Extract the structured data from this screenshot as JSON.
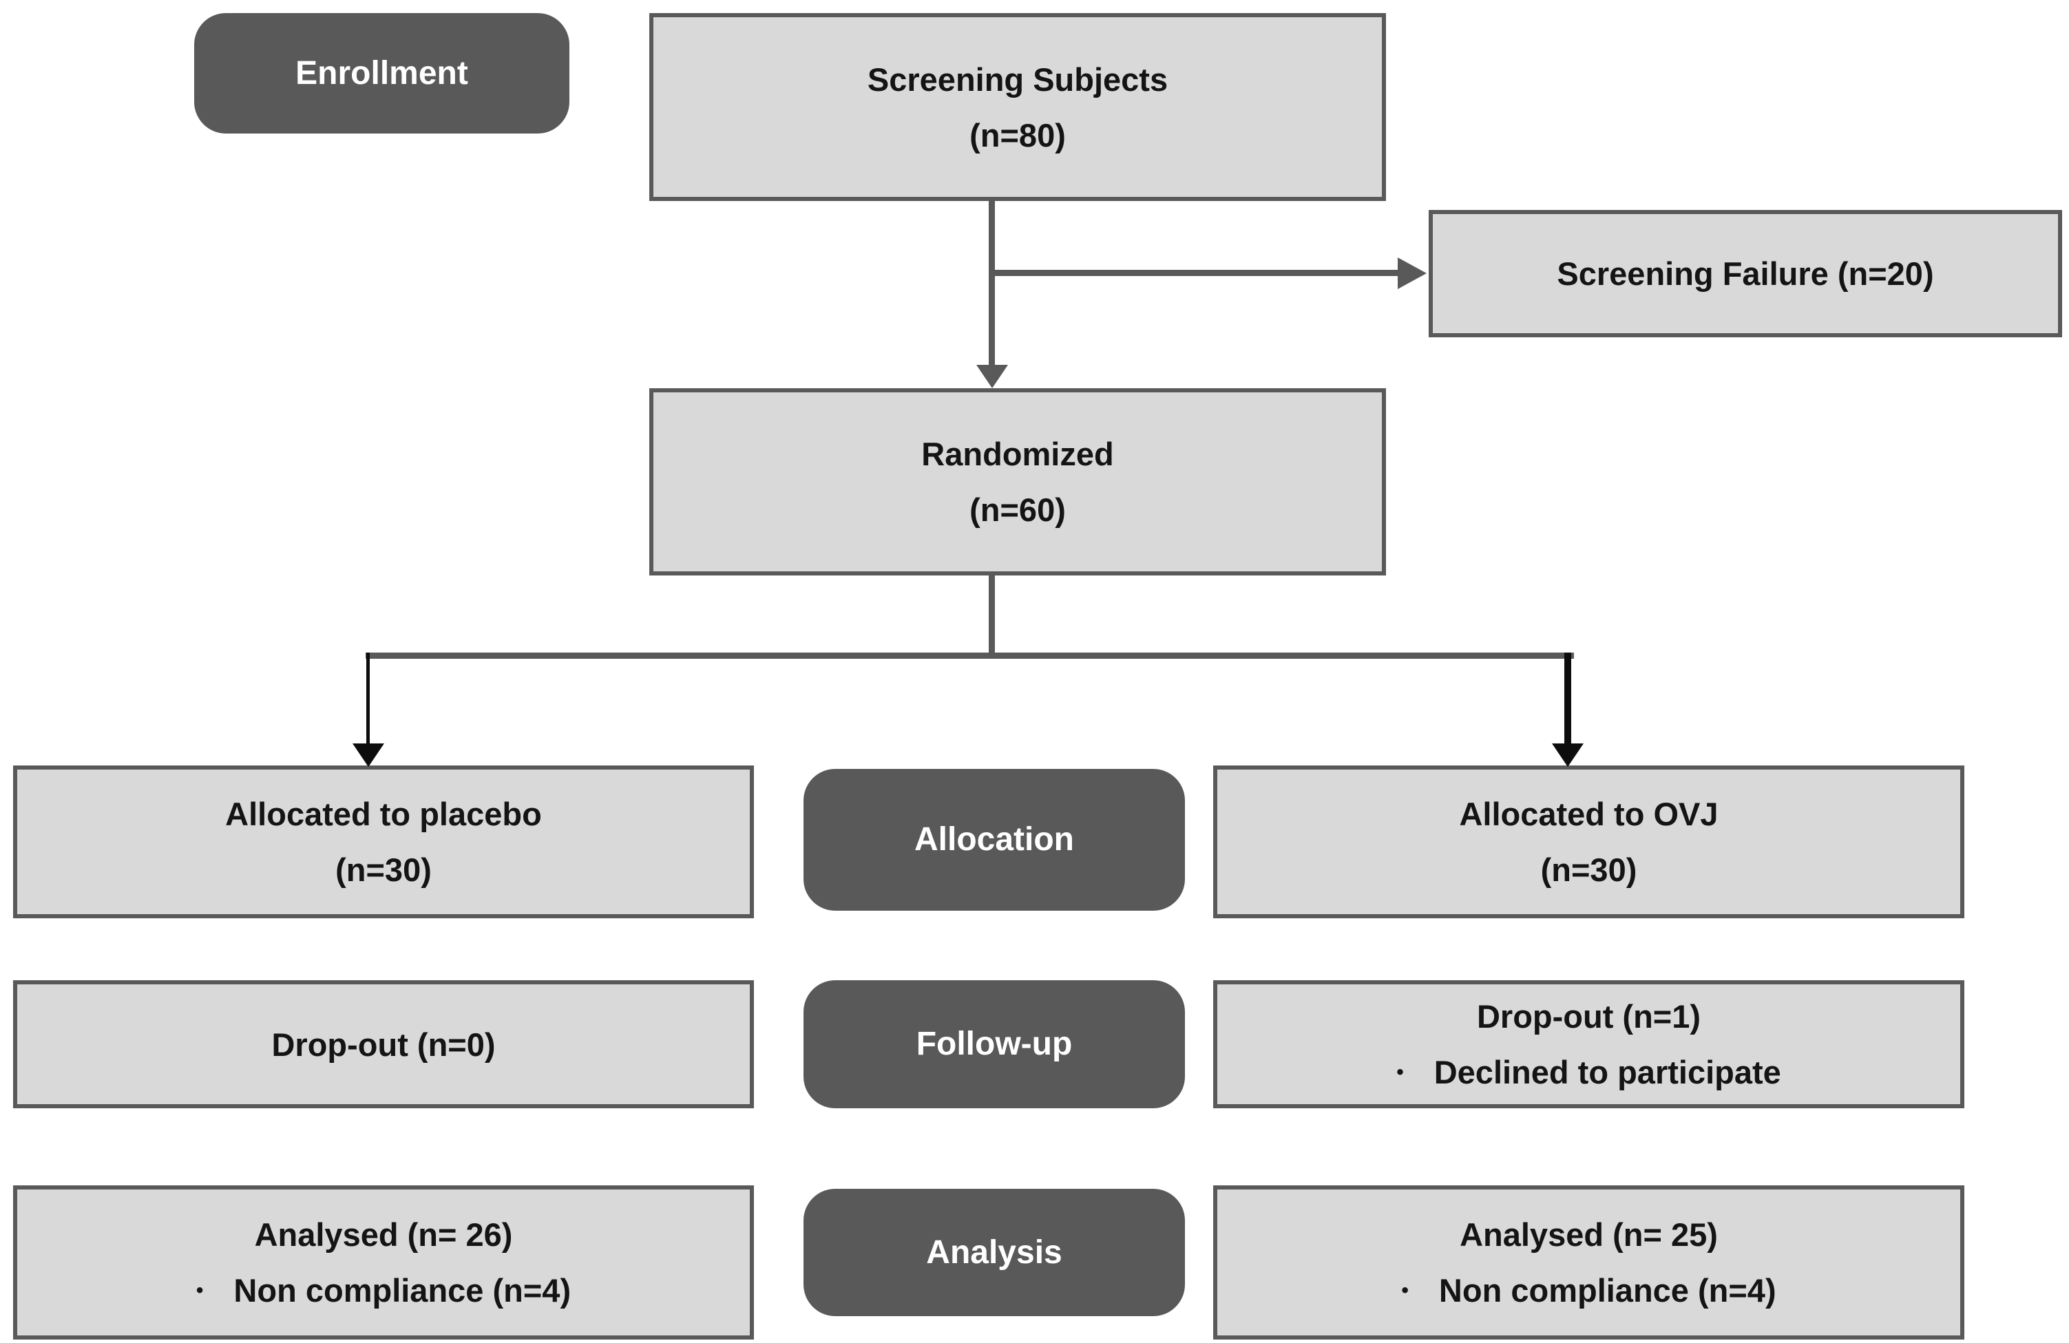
{
  "diagram": {
    "title": "CONSORT participant flow diagram",
    "bullet_char": "•",
    "colors": {
      "stage_bg": "#595959",
      "box_bg": "#d9d9d9",
      "box_border": "#595959",
      "text": "#141414",
      "stage_text": "#ffffff",
      "connector": "#595959",
      "arrow_dark": "#0d0d0d"
    },
    "stages": {
      "enrollment": "Enrollment",
      "allocation": "Allocation",
      "followup": "Follow-up",
      "analysis": "Analysis"
    },
    "nodes": {
      "screening": {
        "line1": "Screening Subjects",
        "line2": "(n=80)"
      },
      "screening_failure": {
        "line1": "Screening Failure (n=20)"
      },
      "randomized": {
        "line1": "Randomized",
        "line2": "(n=60)"
      },
      "alloc_placebo": {
        "line1": "Allocated to placebo",
        "line2": "(n=30)"
      },
      "alloc_ovj": {
        "line1": "Allocated to OVJ",
        "line2": "(n=30)"
      },
      "dropout_placebo": {
        "line1": "Drop-out (n=0)"
      },
      "dropout_ovj": {
        "line1": "Drop-out (n=1)",
        "bullet": "Declined to participate"
      },
      "analysed_placebo": {
        "line1": "Analysed (n= 26)",
        "bullet": "Non compliance (n=4)"
      },
      "analysed_ovj": {
        "line1": "Analysed (n= 25)",
        "bullet": "Non compliance (n=4)"
      }
    }
  }
}
